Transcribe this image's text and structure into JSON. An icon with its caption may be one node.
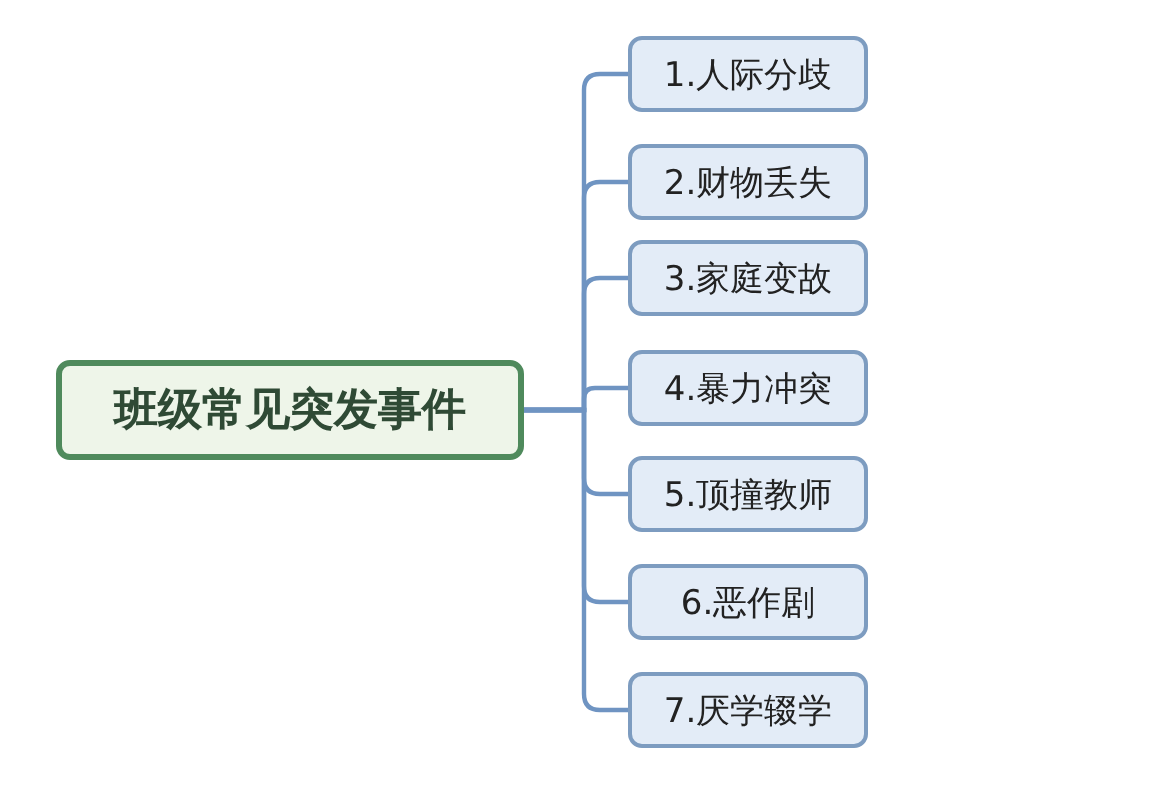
{
  "diagram": {
    "nodes": [
      {
        "text": [
          "班级常见突发事件"
        ]
      },
      {
        "text": [
          "1.人际分歧"
        ]
      },
      {
        "text": [
          "2.财物丢失"
        ]
      },
      {
        "text": [
          "3.家庭变故"
        ]
      },
      {
        "text": [
          "4.暴力冲突"
        ]
      },
      {
        "text": [
          "5.顶撞教师"
        ]
      },
      {
        "text": [
          "6.恶作剧"
        ]
      },
      {
        "text": [
          "7.厌学辍学"
        ]
      }
    ],
    "edges": [
      {
        "from": 0,
        "to": 1,
        "arrow": "none"
      },
      {
        "from": 0,
        "to": 2,
        "arrow": "none"
      },
      {
        "from": 0,
        "to": 3,
        "arrow": "none"
      },
      {
        "from": 0,
        "to": 4,
        "arrow": "none"
      },
      {
        "from": 0,
        "to": 5,
        "arrow": "none"
      },
      {
        "from": 0,
        "to": 6,
        "arrow": "none"
      },
      {
        "from": 0,
        "to": 7,
        "arrow": "none"
      }
    ]
  }
}
